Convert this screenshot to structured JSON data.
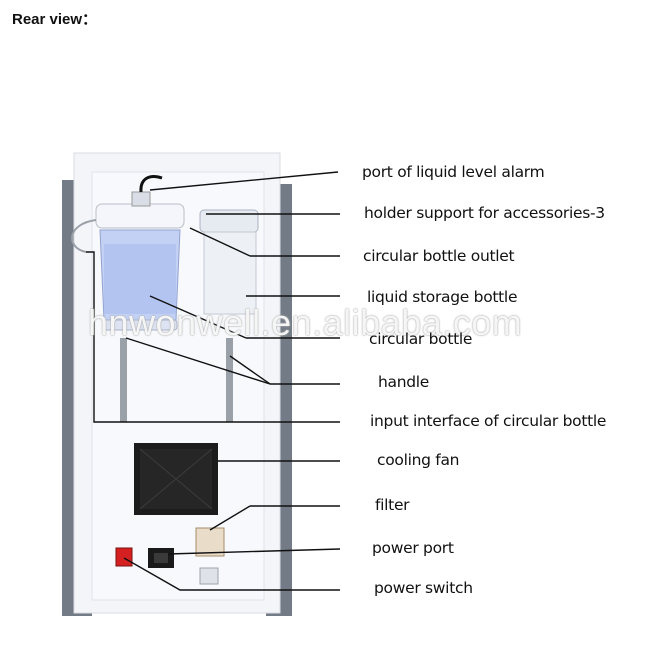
{
  "title": "Rear view：",
  "watermark": "hnwonwell.en.alibaba.com",
  "labels": {
    "alarm": "port of liquid level alarm",
    "holder": "holder support for accessories-3",
    "outlet": "circular bottle outlet",
    "storage": "liquid storage bottle",
    "bottle": "circular bottle",
    "handle": "handle",
    "input": "input interface of circular bottle",
    "fan": "cooling fan",
    "filter": "filter",
    "power_port": "power port",
    "power_switch": "power switch"
  },
  "colors": {
    "panel": "#f2f4f8",
    "side": "#6f7883",
    "bottle_blue": "#b8c8f0",
    "fan": "#1a1a1a",
    "switch": "#d42020"
  }
}
